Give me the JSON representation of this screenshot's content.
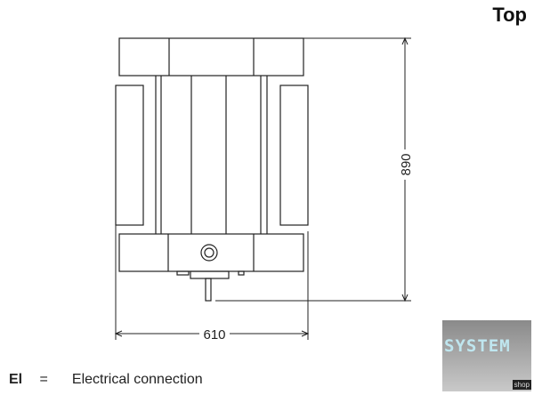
{
  "view_title": "Top",
  "dimensions": {
    "height": "890",
    "width": "610"
  },
  "legend": [
    {
      "symbol": "El",
      "equals": "=",
      "description": "Electrical connection"
    }
  ],
  "logo": {
    "text": "SYSTEM",
    "tag": "shop"
  }
}
